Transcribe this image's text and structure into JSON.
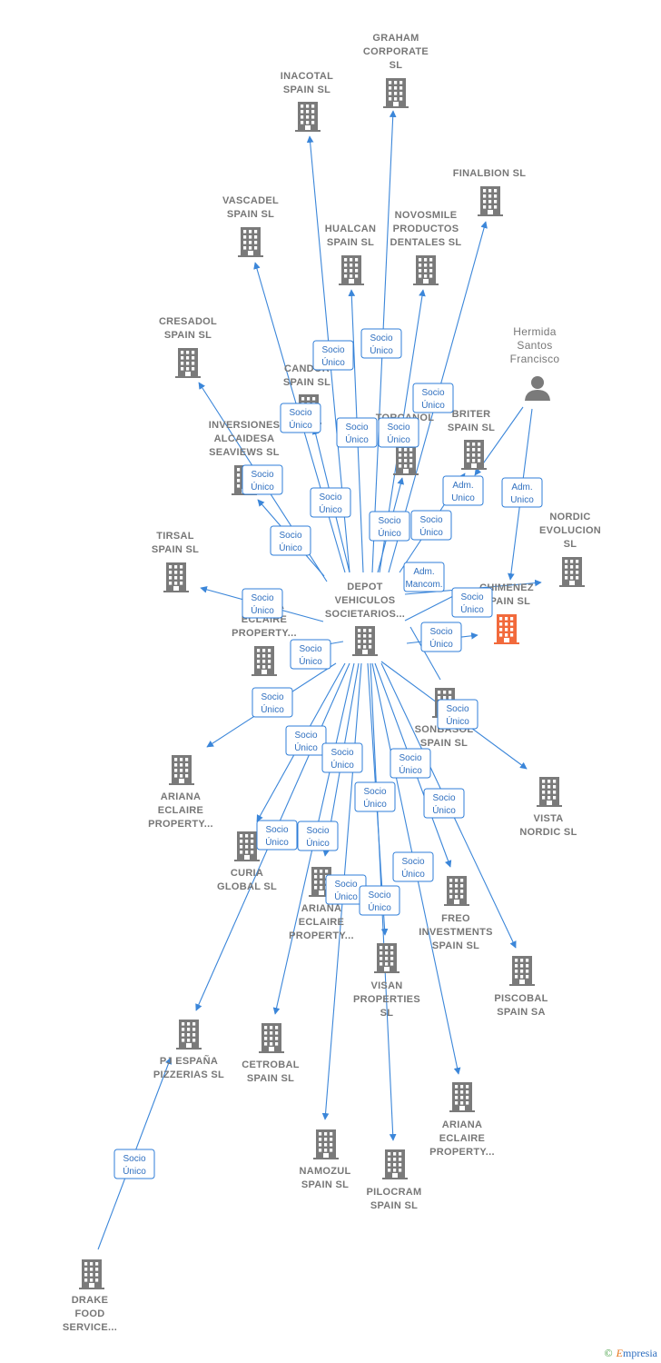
{
  "colors": {
    "edge": "#3b86d9",
    "building": "#7a7a7a",
    "focus": "#f26a3c",
    "person": "#7a7a7a",
    "label": "#777777"
  },
  "footer": {
    "copyright": "©",
    "brand_first": "E",
    "brand_rest": "mpresia"
  },
  "nodes": [
    {
      "id": "graham",
      "type": "company",
      "lines": [
        "GRAHAM",
        "CORPORATE",
        "SL"
      ]
    },
    {
      "id": "inacotal",
      "type": "company",
      "lines": [
        "INACOTAL",
        "SPAIN  SL"
      ]
    },
    {
      "id": "finalbion",
      "type": "company",
      "lines": [
        "FINALBION  SL"
      ]
    },
    {
      "id": "vascadel",
      "type": "company",
      "lines": [
        "VASCADEL",
        "SPAIN  SL"
      ]
    },
    {
      "id": "hualcan",
      "type": "company",
      "lines": [
        "HUALCAN",
        "SPAIN  SL"
      ]
    },
    {
      "id": "novosmile",
      "type": "company",
      "lines": [
        "NOVOSMILE",
        "PRODUCTOS",
        "DENTALES  SL"
      ]
    },
    {
      "id": "hermida",
      "type": "person",
      "lines": [
        "Hermida",
        "Santos",
        "Francisco"
      ]
    },
    {
      "id": "cresadol",
      "type": "company",
      "lines": [
        "CRESADOL",
        "SPAIN  SL"
      ]
    },
    {
      "id": "candor",
      "type": "company",
      "lines": [
        "CANDOR",
        "SPAIN  SL"
      ]
    },
    {
      "id": "torcanol",
      "type": "company",
      "lines": [
        "TORCANOL",
        "SL"
      ]
    },
    {
      "id": "briter",
      "type": "company",
      "lines": [
        "BRITER",
        "SPAIN  SL"
      ]
    },
    {
      "id": "inversiones",
      "type": "company",
      "lines": [
        "INVERSIONES",
        "ALCAIDESA",
        "SEAVIEWS  SL"
      ]
    },
    {
      "id": "nordic_evol",
      "type": "company",
      "lines": [
        "NORDIC",
        "EVOLUCION",
        "SL"
      ]
    },
    {
      "id": "tirsal",
      "type": "company",
      "lines": [
        "TIRSAL",
        "SPAIN  SL"
      ]
    },
    {
      "id": "depot",
      "type": "company",
      "lines": [
        "DEPOT",
        "VEHICULOS",
        "SOCIETARIOS..."
      ]
    },
    {
      "id": "chimenez",
      "type": "focus",
      "lines": [
        "CHIMENEZ",
        "SPAIN  SL"
      ]
    },
    {
      "id": "ariana_top",
      "type": "company",
      "lines": [
        "ARIANA",
        "ECLAIRE",
        "PROPERTY..."
      ]
    },
    {
      "id": "sonbasol",
      "type": "company",
      "lines": [
        "SONBASOL",
        "SPAIN  SL"
      ]
    },
    {
      "id": "ariana_left",
      "type": "company",
      "lines": [
        "ARIANA",
        "ECLAIRE",
        "PROPERTY..."
      ]
    },
    {
      "id": "vista_nordic",
      "type": "company",
      "lines": [
        "VISTA",
        "NORDIC  SL"
      ]
    },
    {
      "id": "curia",
      "type": "company",
      "lines": [
        "CURIA",
        "GLOBAL  SL"
      ]
    },
    {
      "id": "ariana_mid",
      "type": "company",
      "lines": [
        "ARIANA",
        "ECLAIRE",
        "PROPERTY..."
      ]
    },
    {
      "id": "freo",
      "type": "company",
      "lines": [
        "FREO",
        "INVESTMENTS",
        "SPAIN  SL"
      ]
    },
    {
      "id": "visan",
      "type": "company",
      "lines": [
        "VISAN",
        "PROPERTIES",
        "SL"
      ]
    },
    {
      "id": "piscobal",
      "type": "company",
      "lines": [
        "PISCOBAL",
        "SPAIN SA"
      ]
    },
    {
      "id": "pj_espana",
      "type": "company",
      "lines": [
        "PJ ESPAÑA",
        "PIZZERIAS  SL"
      ]
    },
    {
      "id": "cetrobal",
      "type": "company",
      "lines": [
        "CETROBAL",
        "SPAIN  SL"
      ]
    },
    {
      "id": "ariana_bottom",
      "type": "company",
      "lines": [
        "ARIANA",
        "ECLAIRE",
        "PROPERTY..."
      ]
    },
    {
      "id": "namozul",
      "type": "company",
      "lines": [
        "NAMOZUL",
        "SPAIN  SL"
      ]
    },
    {
      "id": "pilocram",
      "type": "company",
      "lines": [
        "PILOCRAM",
        "SPAIN  SL"
      ]
    },
    {
      "id": "drake",
      "type": "company",
      "lines": [
        "DRAKE",
        "FOOD",
        "SERVICE..."
      ]
    }
  ],
  "relations": [
    {
      "from": "depot",
      "to": "inacotal",
      "label": [
        "Socio",
        "Único"
      ]
    },
    {
      "from": "depot",
      "to": "graham",
      "label": [
        "Socio",
        "Único"
      ]
    },
    {
      "from": "depot",
      "to": "finalbion",
      "label": [
        "Socio",
        "Único"
      ]
    },
    {
      "from": "depot",
      "to": "vascadel",
      "label": [
        "Socio",
        "Único"
      ]
    },
    {
      "from": "depot",
      "to": "hualcan",
      "label": [
        "Socio",
        "Único"
      ]
    },
    {
      "from": "depot",
      "to": "novosmile",
      "label": [
        "Socio",
        "Único"
      ]
    },
    {
      "from": "depot",
      "to": "cresadol",
      "label": [
        "Socio",
        "Único"
      ]
    },
    {
      "from": "depot",
      "to": "candor",
      "label": [
        "Socio",
        "Único"
      ]
    },
    {
      "from": "depot",
      "to": "torcanol",
      "label": [
        "Socio",
        "Único"
      ]
    },
    {
      "from": "depot",
      "to": "briter",
      "label": [
        "Socio",
        "Único"
      ]
    },
    {
      "from": "depot",
      "to": "inversiones",
      "label": [
        "Socio",
        "Único"
      ]
    },
    {
      "from": "hermida",
      "to": "briter",
      "label": [
        "Adm.",
        "Unico"
      ]
    },
    {
      "from": "hermida",
      "to": "chimenez",
      "label": [
        "Adm.",
        "Unico"
      ]
    },
    {
      "from": "depot",
      "to": "nordic_evol",
      "label": [
        "Adm.",
        "Mancom."
      ]
    },
    {
      "from": "depot",
      "to": "tirsal",
      "label": [
        "Socio",
        "Único"
      ]
    },
    {
      "from": "depot",
      "to": "chimenez",
      "label": [
        "Socio",
        "Único"
      ]
    },
    {
      "from": "depot",
      "to": "ariana_top",
      "label": [
        "Socio",
        "Único"
      ]
    },
    {
      "from": "depot",
      "to": "sonbasol",
      "label": [
        "Socio",
        "Único"
      ]
    },
    {
      "from": "depot",
      "to": "ariana_left",
      "label": [
        "Socio",
        "Único"
      ]
    },
    {
      "from": "depot",
      "to": "vista_nordic",
      "label": [
        "Socio",
        "Único"
      ]
    },
    {
      "from": "depot",
      "to": "curia",
      "label": [
        "Socio",
        "Único"
      ]
    },
    {
      "from": "depot",
      "to": "ariana_mid",
      "label": [
        "Socio",
        "Único"
      ]
    },
    {
      "from": "depot",
      "to": "freo",
      "label": [
        "Socio",
        "Único"
      ]
    },
    {
      "from": "depot",
      "to": "visan",
      "label": [
        "Socio",
        "Único"
      ]
    },
    {
      "from": "depot",
      "to": "piscobal",
      "label": [
        "Socio",
        "Único"
      ]
    },
    {
      "from": "depot",
      "to": "pj_espana",
      "label": [
        "Socio",
        "Único"
      ]
    },
    {
      "from": "depot",
      "to": "cetrobal",
      "label": [
        "Socio",
        "Único"
      ]
    },
    {
      "from": "depot",
      "to": "ariana_bottom",
      "label": [
        "Socio",
        "Único"
      ]
    },
    {
      "from": "depot",
      "to": "namozul",
      "label": [
        "Socio",
        "Único"
      ]
    },
    {
      "from": "depot",
      "to": "pilocram",
      "label": [
        "Socio",
        "Único"
      ]
    },
    {
      "from": "drake",
      "to": "pj_espana",
      "label": [
        "Socio",
        "Único"
      ]
    }
  ]
}
